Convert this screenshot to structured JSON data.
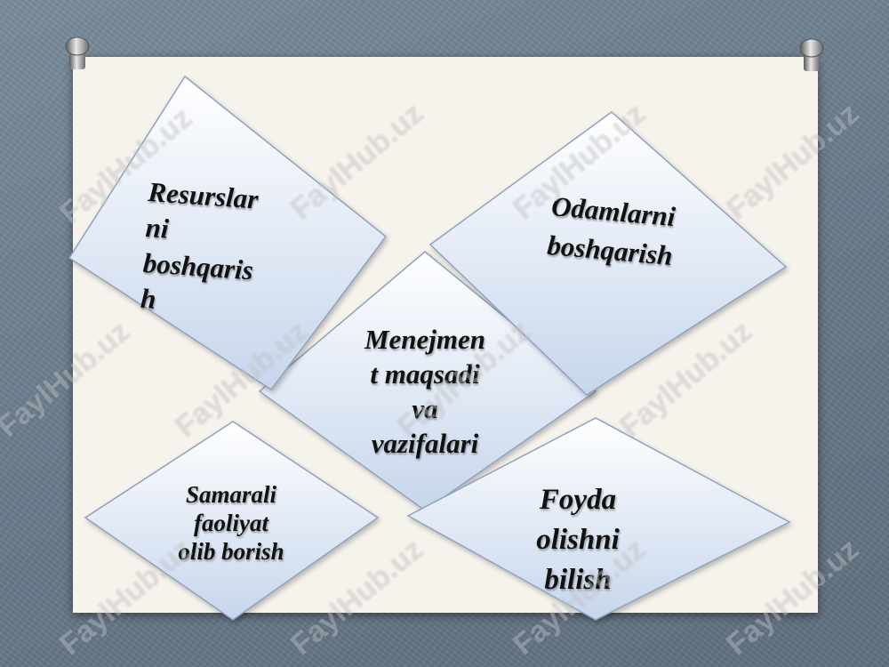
{
  "slide": {
    "diagram_labels": {
      "resurslar": "Resurslar\nni\nboshqaris\nh",
      "odamlarni": "Odamlarni\nboshqarish",
      "menejment": "Menejmen\nt maqsadi\nva\nvazifalari",
      "samarali": "Samarali\nfaoliyat\nolib borish",
      "foyda": "Foyda\nolishni\nbilish"
    },
    "watermark": "FaylHub.uz"
  },
  "colors": {
    "background": "#6f8191",
    "board": "#f6f3ec",
    "diamond_top": "#ffffff",
    "diamond_bottom": "#c7d6ec",
    "diamond_border": "#8fa2bd",
    "text": "#111111"
  },
  "icons": [
    "pin-icon-left",
    "pin-icon-right"
  ]
}
